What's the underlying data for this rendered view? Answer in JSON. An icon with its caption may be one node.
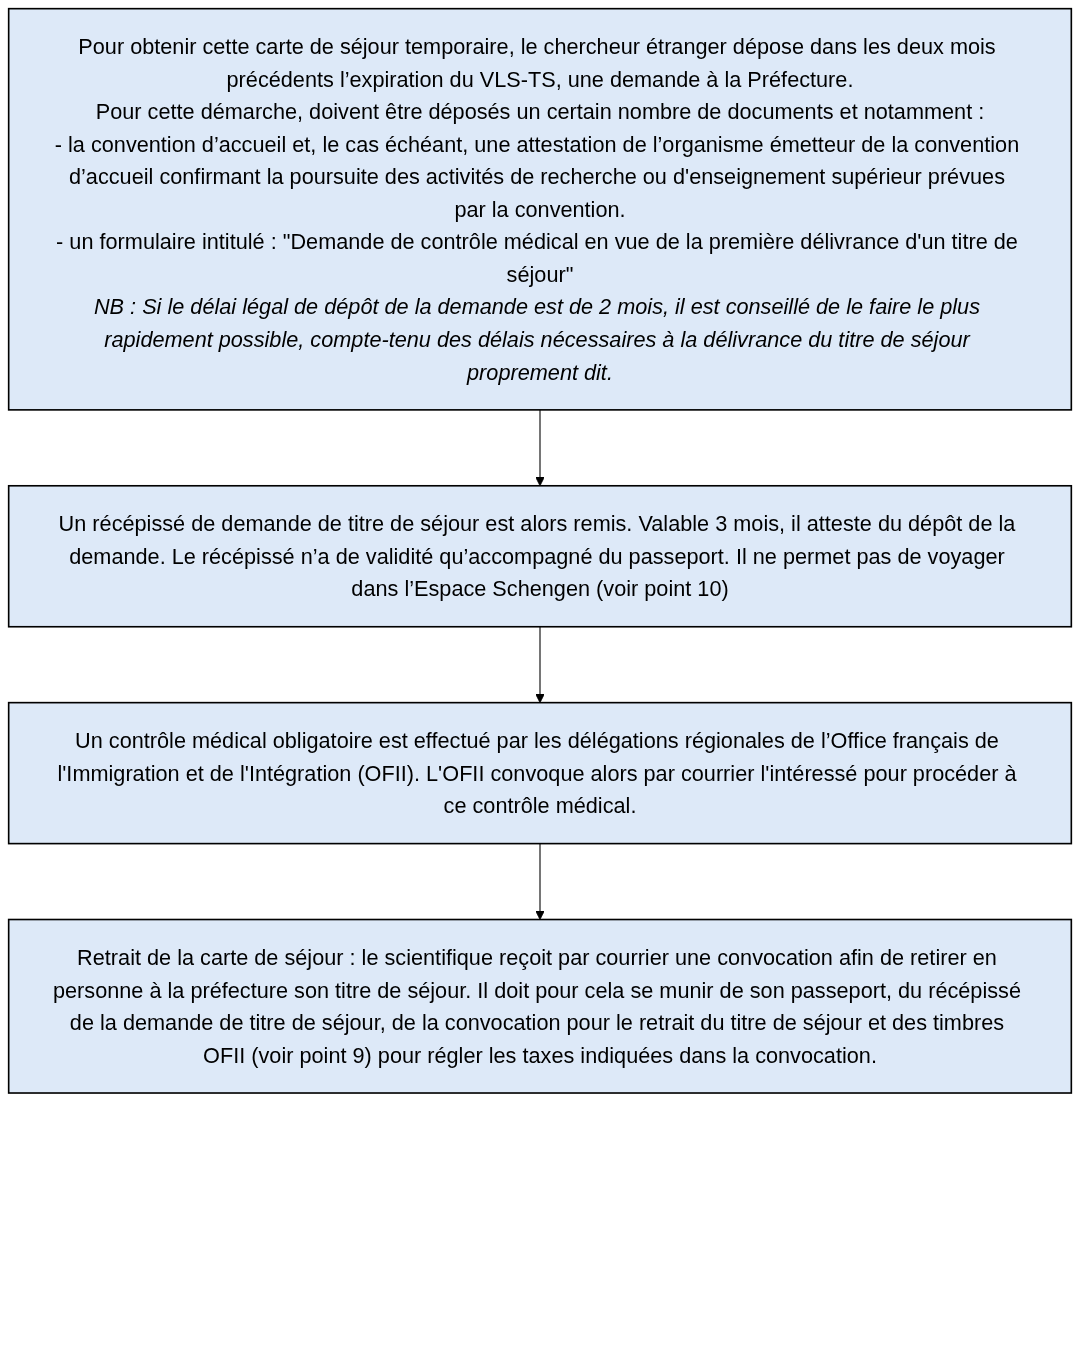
{
  "diagram": {
    "nodes": [
      {
        "text": [
          "Pour obtenir cette carte de séjour temporaire, le chercheur étranger dépose dans les deux mois précédents l’expiration du VLS-TS, une demande à la Préfecture.",
          "Pour cette démarche, doivent être déposés un certain nombre de documents et notamment :",
          "- la convention d’accueil et, le cas échéant, une attestation de l’organisme émetteur de la convention d’accueil confirmant la poursuite des activités de recherche ou d'enseignement supérieur prévues par la convention.",
          "- un formulaire intitulé : \"Demande de contrôle médical en vue de la première délivrance d'un titre de séjour\"",
          "NB : Si le délai légal de dépôt de la demande est de 2 mois, il est conseillé de le faire le plus rapidement possible, compte-tenu des délais nécessaires à la délivrance du titre de séjour proprement dit."
        ]
      },
      {
        "text": [
          "Un récépissé de demande de titre de séjour est alors remis. Valable 3 mois, il atteste du dépôt de la demande. Le récépissé n’a de validité qu’accompagné du passeport. Il ne permet pas de voyager dans l’Espace Schengen (voir point 10)"
        ]
      },
      {
        "text": [
          "Un contrôle médical obligatoire est effectué par les délégations régionales de l’Office français de l'Immigration et de l'Intégration (OFII). L'OFII convoque alors par courrier l'intéressé pour procéder à ce contrôle médical."
        ]
      },
      {
        "text": [
          "Retrait de la carte de séjour : le scientifique reçoit par courrier une convocation afin de retirer en personne à la préfecture son titre de séjour. Il doit pour cela se munir de son passeport, du récépissé de la demande de titre de séjour, de la convocation pour le retrait du titre de séjour et des timbres OFII (voir point 9) pour régler les taxes indiquées dans la convocation."
        ]
      }
    ],
    "edges": [
      {
        "from": 0,
        "to": 1,
        "arrow": "to"
      },
      {
        "from": 1,
        "to": 2,
        "arrow": "to"
      },
      {
        "from": 2,
        "to": 3,
        "arrow": "to"
      }
    ]
  }
}
